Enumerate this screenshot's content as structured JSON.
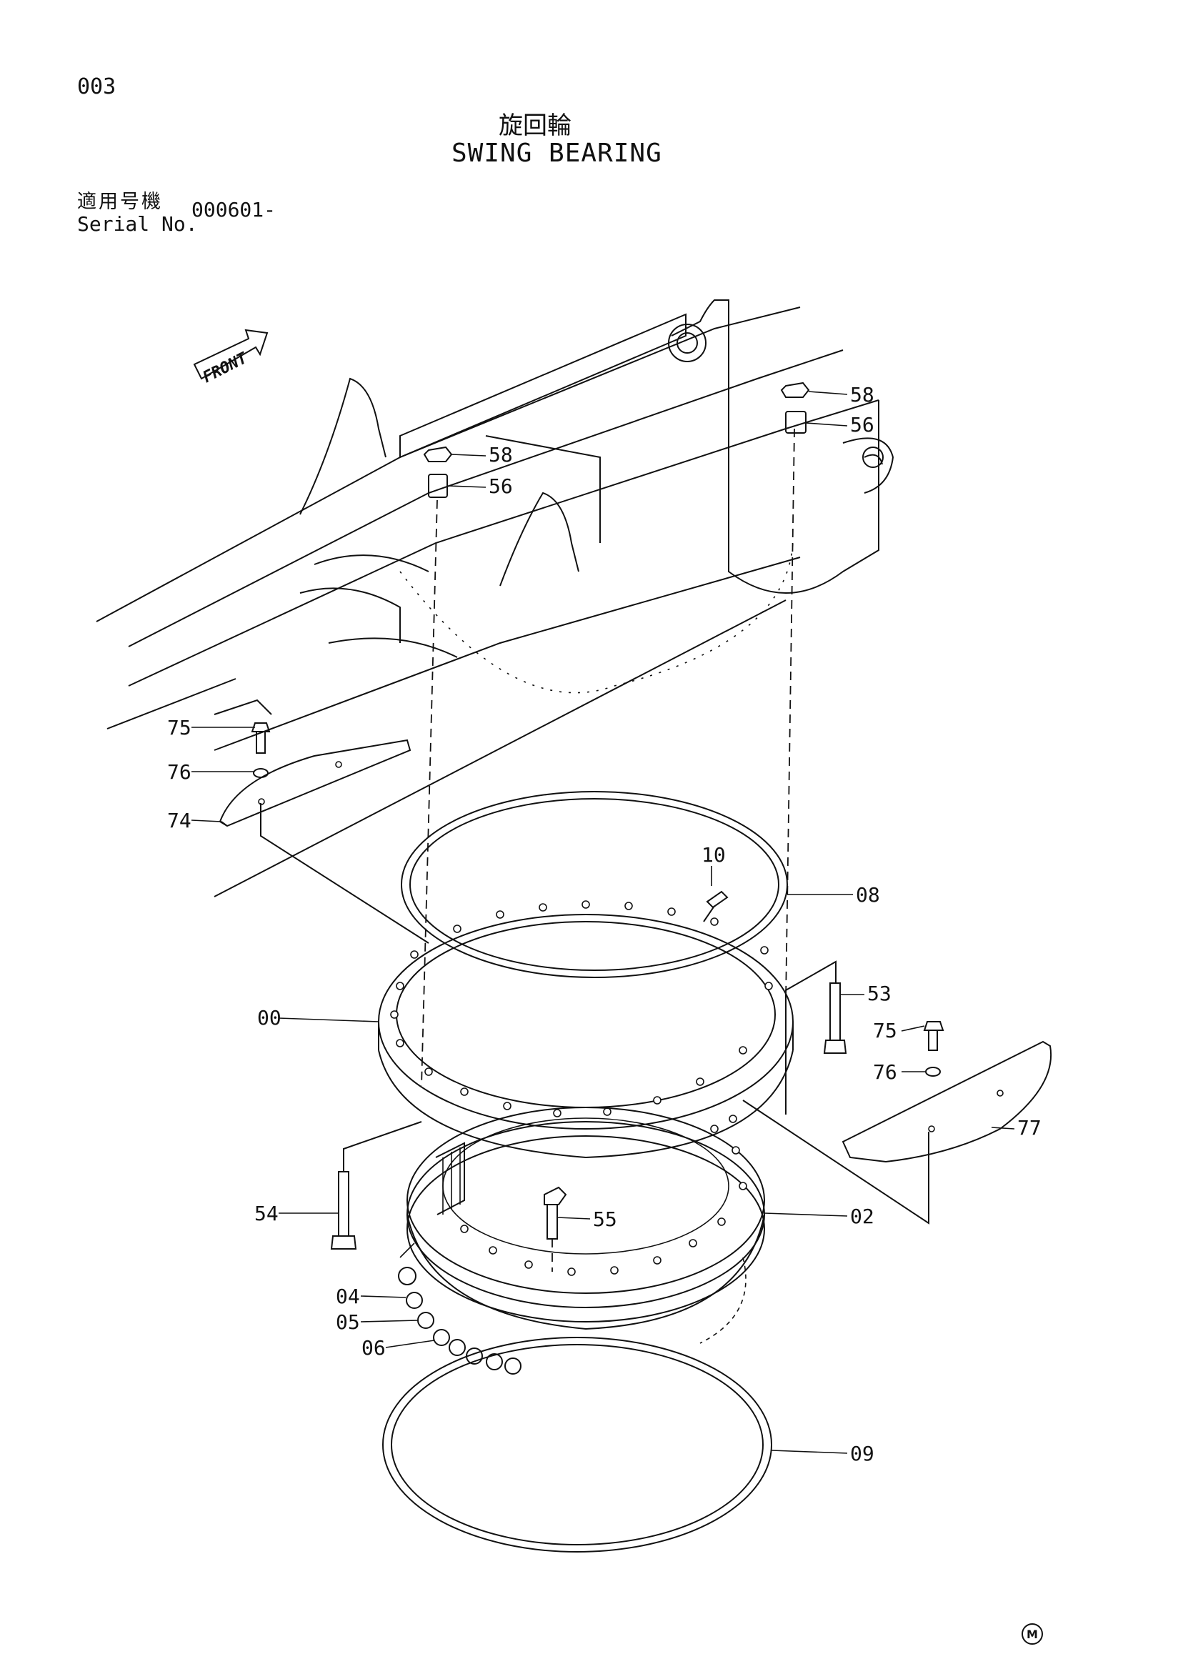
{
  "header": {
    "page_number": "003",
    "title_jp": "旋回輪",
    "title_en": "SWING BEARING",
    "serial_label_jp": "適用号機",
    "serial_label_en": "Serial No.",
    "serial_value": "000601-"
  },
  "diagram": {
    "front_indicator": "FRONT",
    "callouts": {
      "c00": "00",
      "c02": "02",
      "c04": "04",
      "c05": "05",
      "c06": "06",
      "c08": "08",
      "c09": "09",
      "c10": "10",
      "c53": "53",
      "c54": "54",
      "c55": "55",
      "c56a": "56",
      "c56b": "56",
      "c58a": "58",
      "c58b": "58",
      "c74": "74",
      "c75a": "75",
      "c75b": "75",
      "c76a": "76",
      "c76b": "76",
      "c77": "77"
    }
  },
  "footer": {
    "maker_mark": "M"
  }
}
